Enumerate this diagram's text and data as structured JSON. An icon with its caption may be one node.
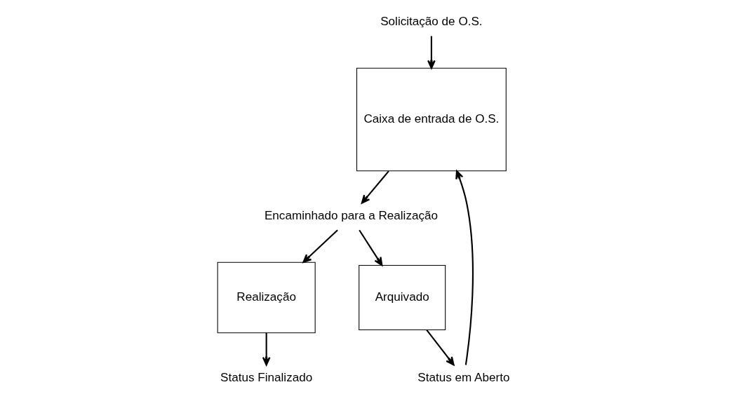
{
  "diagram": {
    "nodes": [
      {
        "text": [
          "Solicitação de O.S."
        ]
      },
      {
        "text": [
          "Caixa de entrada de O.S."
        ]
      },
      {
        "text": [
          "Encaminhado para a Realização"
        ]
      },
      {
        "text": [
          "Arquivado"
        ]
      },
      {
        "text": [
          "Realização"
        ]
      },
      {
        "text": [
          "Status em Aberto"
        ]
      },
      {
        "text": [
          "Status Finalizado"
        ]
      }
    ],
    "edges": [
      {
        "from": 0,
        "to": 1,
        "arrow": "to"
      },
      {
        "from": 1,
        "to": 2,
        "arrow": "to"
      },
      {
        "from": 2,
        "to": 3,
        "arrow": "to"
      },
      {
        "from": 2,
        "to": 4,
        "arrow": "to"
      },
      {
        "from": 3,
        "to": 5,
        "arrow": "to"
      },
      {
        "from": 4,
        "to": 6,
        "arrow": "to"
      },
      {
        "from": 5,
        "to": 1,
        "arrow": "to"
      }
    ]
  }
}
